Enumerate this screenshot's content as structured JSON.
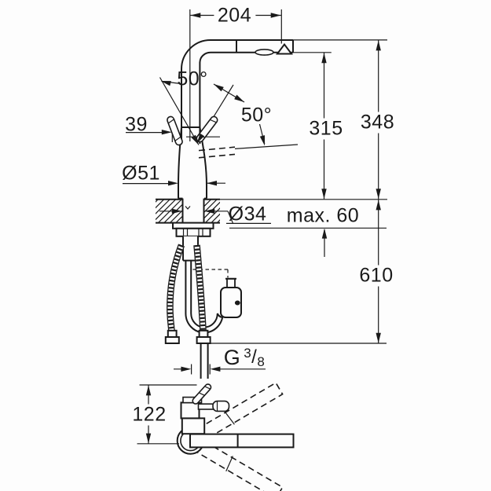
{
  "drawing_title": "kitchen-faucet-technical-dimension-drawing",
  "colors": {
    "background": "#fdfdfd",
    "ink": "#1a1a1a"
  },
  "labels": {
    "spout_reach": "204",
    "total_height": "348",
    "outlet_height": "315",
    "swivel_left": "50°",
    "swivel_right": "50°",
    "lever_offset": "39",
    "body_diameter": "Ø51",
    "hole_diameter": "Ø34",
    "max_deck_thickness": "max. 60",
    "below_deck_length": "610",
    "front_height": "122",
    "thread_prefix": "G",
    "thread_numerator": "3",
    "thread_slash": "/",
    "thread_denominator": "8"
  }
}
